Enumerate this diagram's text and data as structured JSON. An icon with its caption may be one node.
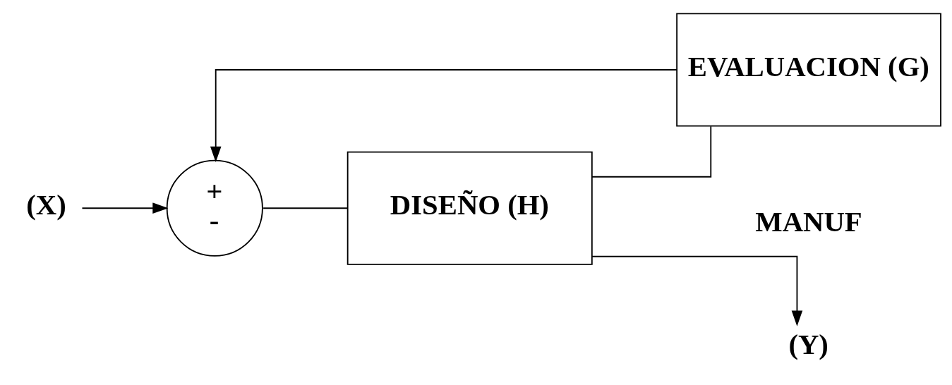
{
  "diagram": {
    "nodes": [
      {
        "text": [
          "(X)"
        ]
      },
      {
        "text": [
          "+",
          "-"
        ]
      },
      {
        "text": [
          "DISEÑO (H)"
        ]
      },
      {
        "text": [
          "(Y)"
        ]
      },
      {
        "text": [
          "EVALUACION (G)"
        ]
      }
    ],
    "edges": [
      {
        "from": 0,
        "to": 1,
        "arrow": "to"
      },
      {
        "from": 1,
        "to": 2,
        "arrow": "none"
      },
      {
        "from": 2,
        "to": 3,
        "arrow": "to"
      },
      {
        "from": 2,
        "to": 4,
        "arrow": "none"
      },
      {
        "from": 4,
        "to": 1,
        "arrow": "to"
      }
    ],
    "labels": [
      "MANUF"
    ]
  }
}
